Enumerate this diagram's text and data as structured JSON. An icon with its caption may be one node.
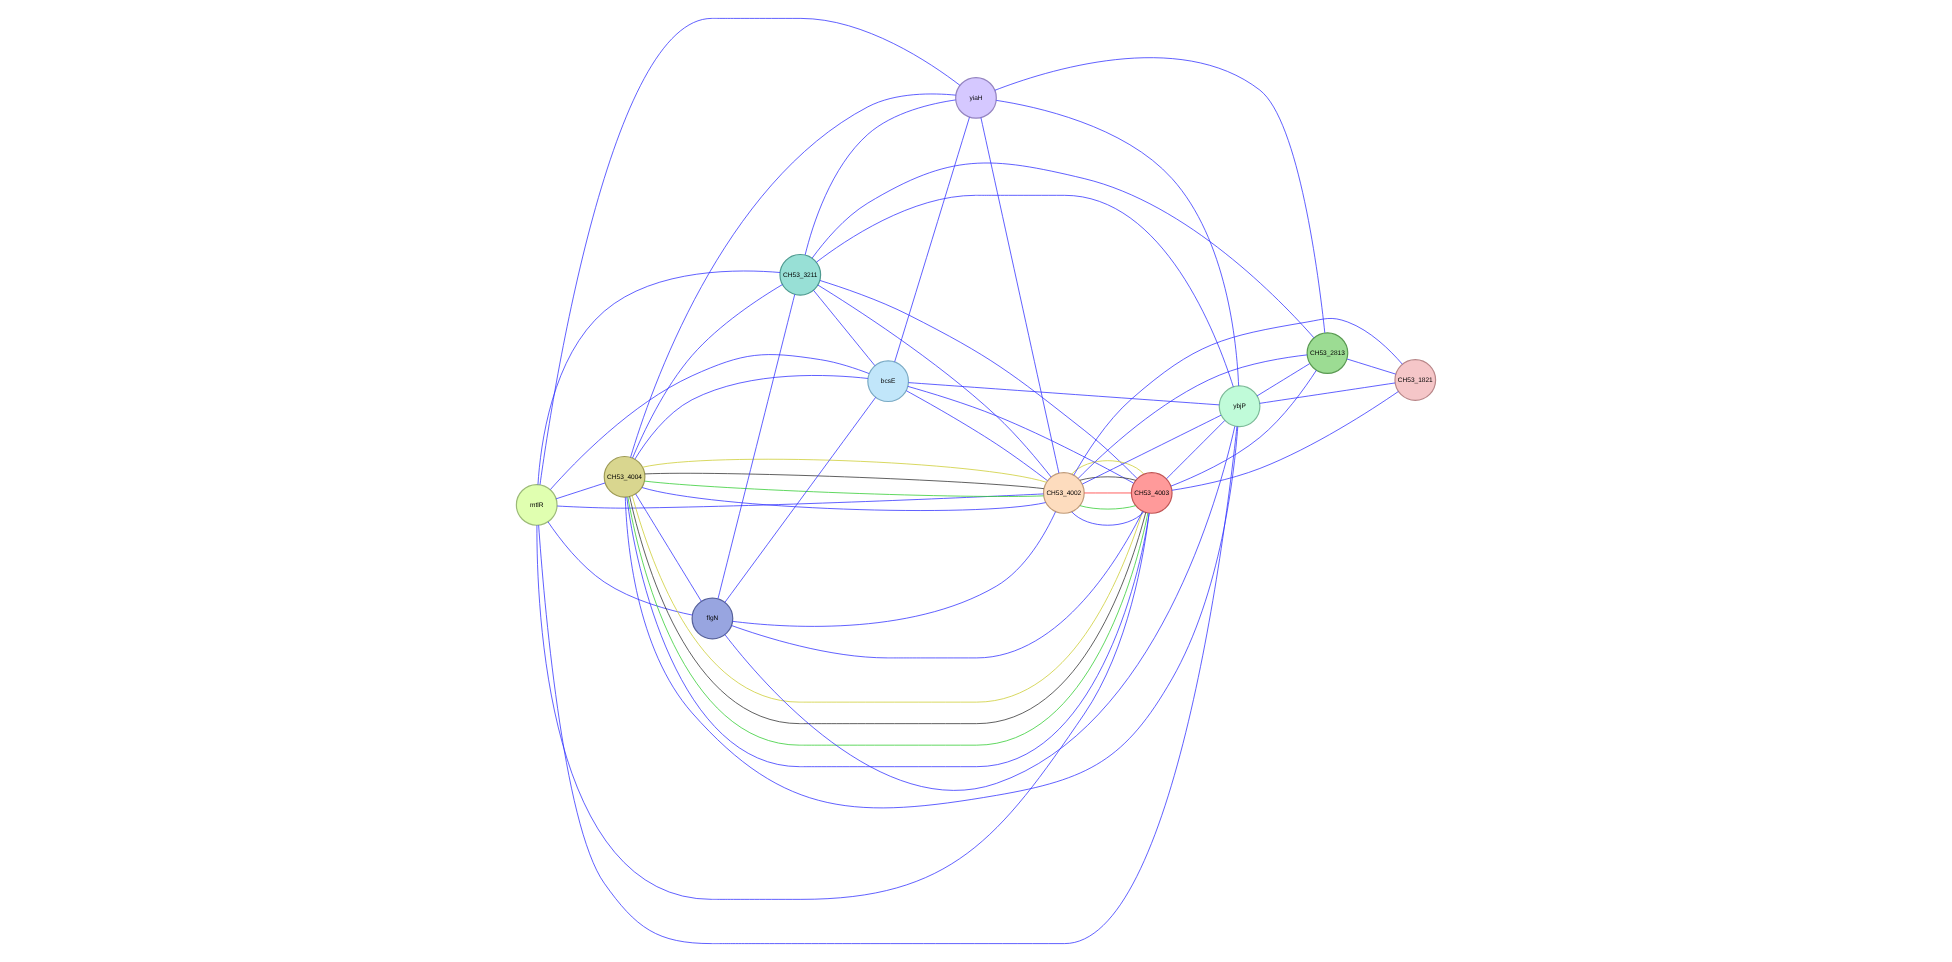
{
  "diagram": {
    "nodes": [
      {
        "text": [
          "mtlR"
        ]
      },
      {
        "text": [
          "CH53_4004"
        ]
      },
      {
        "text": [
          "flgN"
        ]
      },
      {
        "text": [
          "CH53_3211"
        ]
      },
      {
        "text": [
          "bcsE"
        ]
      },
      {
        "text": [
          "yiaH"
        ]
      },
      {
        "text": [
          "CH53_4002"
        ]
      },
      {
        "text": [
          "CH53_4003"
        ]
      },
      {
        "text": [
          "ybjP"
        ]
      },
      {
        "text": [
          "CH53_2813"
        ]
      },
      {
        "text": [
          "CH53_1821"
        ]
      }
    ],
    "edges": [
      {
        "from": 0,
        "to": 1,
        "arrow": "none"
      },
      {
        "from": 0,
        "to": 2,
        "arrow": "none"
      },
      {
        "from": 0,
        "to": 3,
        "arrow": "none"
      },
      {
        "from": 0,
        "to": 4,
        "arrow": "none"
      },
      {
        "from": 0,
        "to": 5,
        "arrow": "none"
      },
      {
        "from": 0,
        "to": 6,
        "arrow": "none"
      },
      {
        "from": 0,
        "to": 8,
        "arrow": "none"
      },
      {
        "from": 0,
        "to": 7,
        "arrow": "none"
      },
      {
        "from": 1,
        "to": 2,
        "arrow": "none"
      },
      {
        "from": 1,
        "to": 3,
        "arrow": "none"
      },
      {
        "from": 1,
        "to": 4,
        "arrow": "none"
      },
      {
        "from": 1,
        "to": 5,
        "arrow": "none"
      },
      {
        "from": 1,
        "to": 8,
        "arrow": "none"
      },
      {
        "from": 1,
        "to": 6,
        "arrow": "none"
      },
      {
        "from": 1,
        "to": 6,
        "arrow": "none",
        "color": "#33cc33"
      },
      {
        "from": 1,
        "to": 6,
        "arrow": "none",
        "color": "#333333"
      },
      {
        "from": 1,
        "to": 6,
        "arrow": "none",
        "color": "#cccc33"
      },
      {
        "from": 1,
        "to": 7,
        "arrow": "none"
      },
      {
        "from": 1,
        "to": 7,
        "arrow": "none",
        "color": "#33cc33"
      },
      {
        "from": 1,
        "to": 7,
        "arrow": "none",
        "color": "#333333"
      },
      {
        "from": 1,
        "to": 7,
        "arrow": "none",
        "color": "#cccc33"
      },
      {
        "from": 2,
        "to": 3,
        "arrow": "none"
      },
      {
        "from": 2,
        "to": 4,
        "arrow": "none"
      },
      {
        "from": 2,
        "to": 6,
        "arrow": "none"
      },
      {
        "from": 2,
        "to": 7,
        "arrow": "none"
      },
      {
        "from": 2,
        "to": 8,
        "arrow": "none"
      },
      {
        "from": 3,
        "to": 4,
        "arrow": "none"
      },
      {
        "from": 3,
        "to": 5,
        "arrow": "none"
      },
      {
        "from": 3,
        "to": 6,
        "arrow": "none"
      },
      {
        "from": 3,
        "to": 8,
        "arrow": "none"
      },
      {
        "from": 3,
        "to": 7,
        "arrow": "none"
      },
      {
        "from": 3,
        "to": 9,
        "arrow": "none"
      },
      {
        "from": 4,
        "to": 5,
        "arrow": "none"
      },
      {
        "from": 4,
        "to": 6,
        "arrow": "none"
      },
      {
        "from": 4,
        "to": 8,
        "arrow": "none"
      },
      {
        "from": 4,
        "to": 7,
        "arrow": "none"
      },
      {
        "from": 5,
        "to": 6,
        "arrow": "none"
      },
      {
        "from": 5,
        "to": 8,
        "arrow": "none"
      },
      {
        "from": 5,
        "to": 9,
        "arrow": "none"
      },
      {
        "from": 6,
        "to": 7,
        "arrow": "none"
      },
      {
        "from": 6,
        "to": 7,
        "arrow": "none",
        "color": "#33cc33"
      },
      {
        "from": 6,
        "to": 7,
        "arrow": "none",
        "color": "#ff3333"
      },
      {
        "from": 6,
        "to": 7,
        "arrow": "none",
        "color": "#333333"
      },
      {
        "from": 6,
        "to": 7,
        "arrow": "none",
        "color": "#cccc33"
      },
      {
        "from": 6,
        "to": 8,
        "arrow": "none"
      },
      {
        "from": 6,
        "to": 9,
        "arrow": "none"
      },
      {
        "from": 6,
        "to": 10,
        "arrow": "none"
      },
      {
        "from": 7,
        "to": 8,
        "arrow": "none"
      },
      {
        "from": 7,
        "to": 9,
        "arrow": "none"
      },
      {
        "from": 7,
        "to": 10,
        "arrow": "none"
      },
      {
        "from": 8,
        "to": 9,
        "arrow": "none"
      },
      {
        "from": 8,
        "to": 10,
        "arrow": "none"
      },
      {
        "from": 9,
        "to": 10,
        "arrow": "none"
      }
    ]
  }
}
